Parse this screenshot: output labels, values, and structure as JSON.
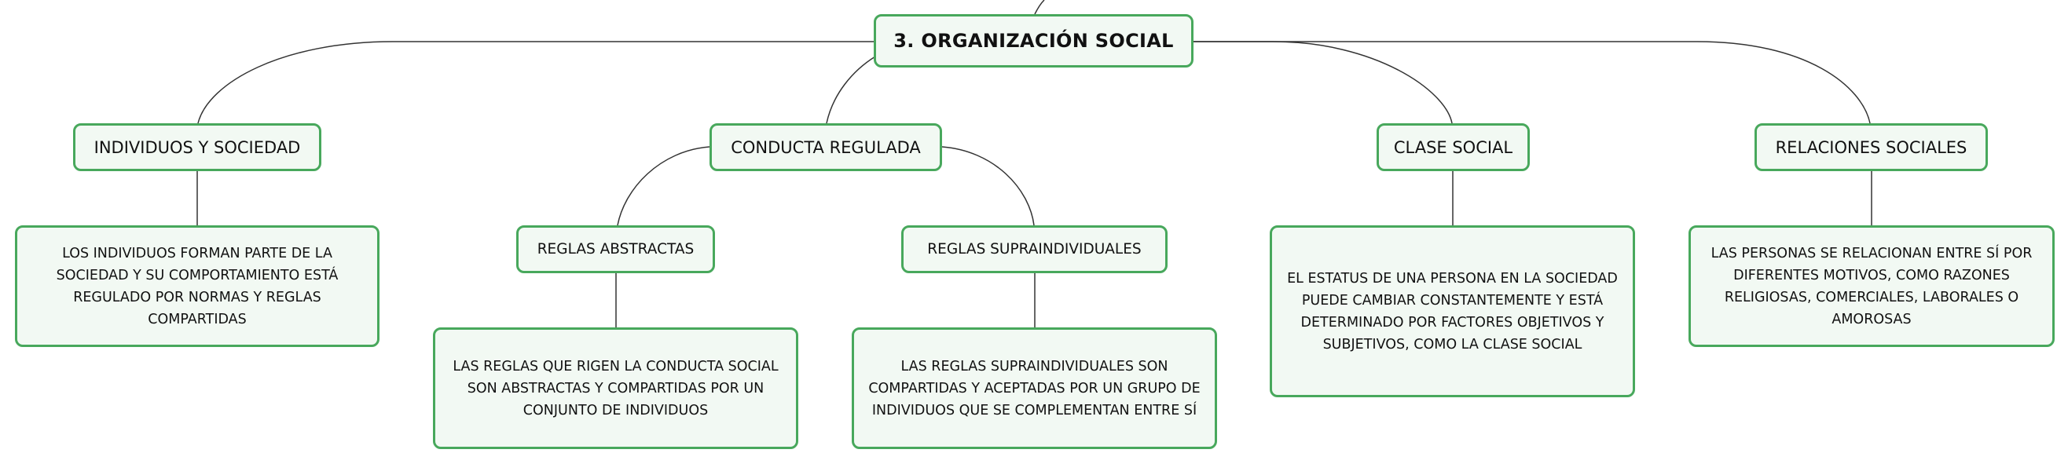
{
  "colors": {
    "node_border": "#48a85c",
    "node_fill": "#f2f9f3",
    "connector": "#333333"
  },
  "map": {
    "root": {
      "label": "3. ORGANIZACIÓN SOCIAL"
    },
    "individuos": {
      "label": "INDIVIDUOS Y SOCIEDAD",
      "text": "LOS INDIVIDUOS FORMAN PARTE DE LA SOCIEDAD Y SU COMPORTAMIENTO ESTÁ REGULADO POR NORMAS Y REGLAS COMPARTIDAS"
    },
    "conducta": {
      "label": "CONDUCTA REGULADA",
      "abstractas": {
        "label": "REGLAS ABSTRACTAS",
        "text": "LAS REGLAS QUE RIGEN LA CONDUCTA SOCIAL SON ABSTRACTAS Y COMPARTIDAS POR UN CONJUNTO DE INDIVIDUOS"
      },
      "supraindividuales": {
        "label": "REGLAS SUPRAINDIVIDUALES",
        "text": "LAS REGLAS SUPRAINDIVIDUALES SON COMPARTIDAS Y ACEPTADAS POR UN GRUPO DE INDIVIDUOS QUE SE COMPLEMENTAN ENTRE SÍ"
      }
    },
    "clase": {
      "label": "CLASE SOCIAL",
      "text": "EL ESTATUS DE UNA PERSONA EN LA SOCIEDAD PUEDE CAMBIAR CONSTANTEMENTE Y ESTÁ DETERMINADO POR FACTORES OBJETIVOS Y SUBJETIVOS, COMO LA CLASE SOCIAL"
    },
    "relaciones": {
      "label": "RELACIONES SOCIALES",
      "text": "LAS PERSONAS SE RELACIONAN ENTRE SÍ POR DIFERENTES MOTIVOS, COMO RAZONES RELIGIOSAS, COMERCIALES, LABORALES O AMOROSAS"
    }
  }
}
